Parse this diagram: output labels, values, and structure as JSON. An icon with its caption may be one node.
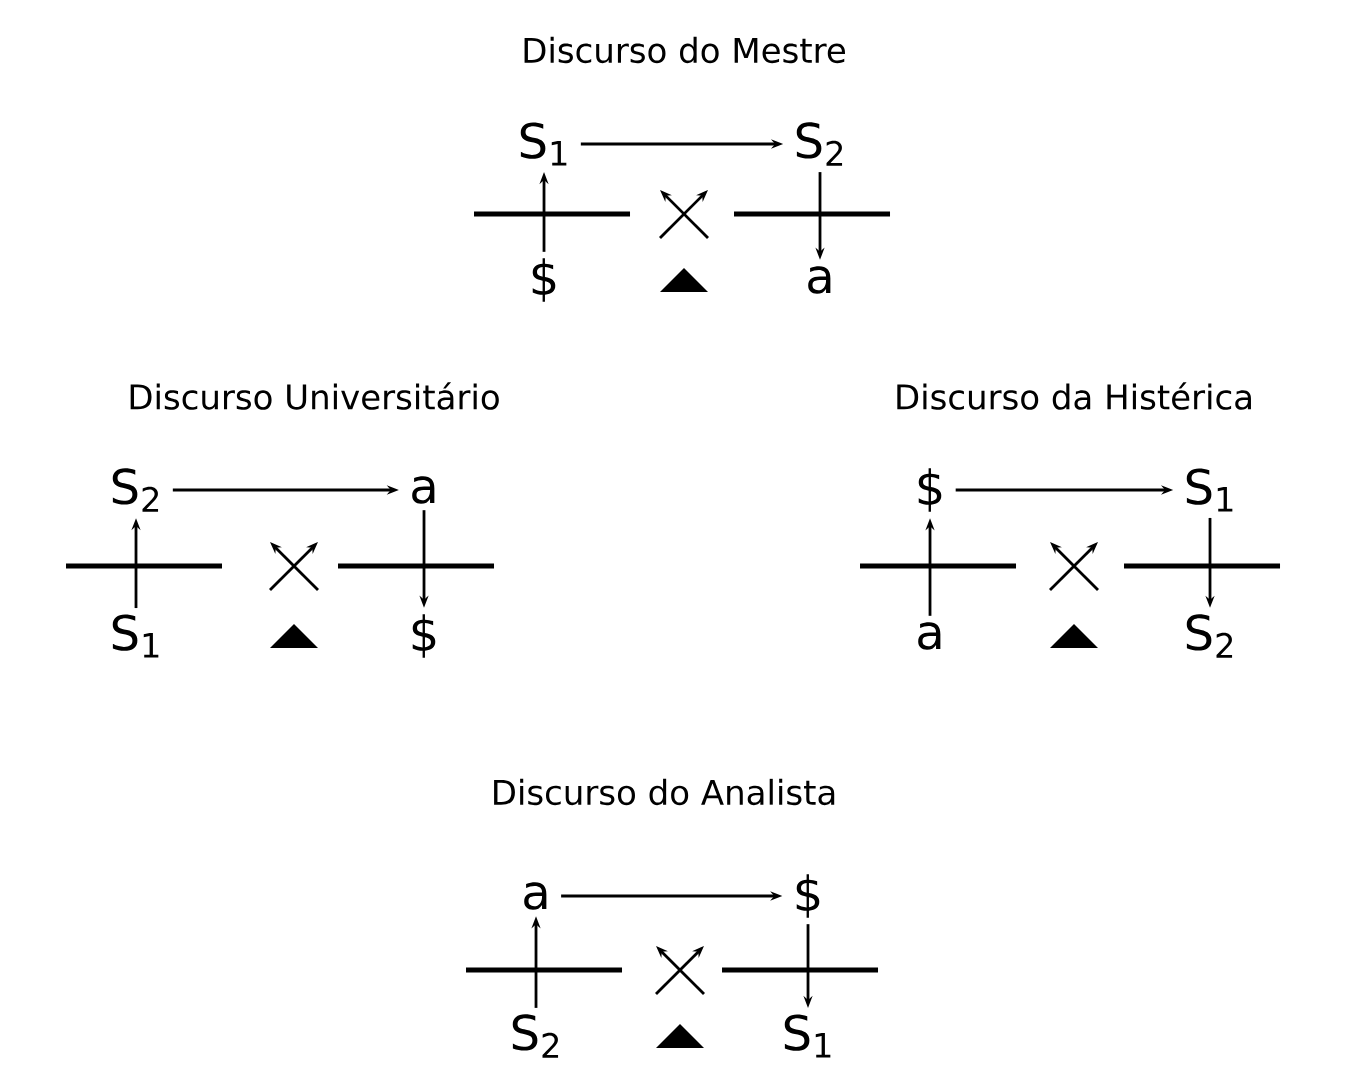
{
  "diagram": {
    "nodes": [
      {
        "text": [
          "S$_{1}$"
        ]
      },
      {
        "text": [
          "S$_{2}$"
        ]
      },
      {
        "text": [
          "$"
        ]
      },
      {
        "text": [
          "a"
        ]
      },
      {
        "text": [
          "S$_{2}$"
        ]
      },
      {
        "text": [
          "a"
        ]
      },
      {
        "text": [
          "S$_{1}$"
        ]
      },
      {
        "text": [
          "$"
        ]
      },
      {
        "text": [
          "$"
        ]
      },
      {
        "text": [
          "S$_{1}$"
        ]
      },
      {
        "text": [
          "a"
        ]
      },
      {
        "text": [
          "S$_{2}$"
        ]
      },
      {
        "text": [
          "a"
        ]
      },
      {
        "text": [
          "$"
        ]
      },
      {
        "text": [
          "S$_{2}$"
        ]
      },
      {
        "text": [
          "S$_{1}$"
        ]
      }
    ],
    "edges": [
      {
        "from": 0,
        "to": 1,
        "arrow": "to"
      },
      {
        "from": 2,
        "to": 0,
        "arrow": "to"
      },
      {
        "from": 1,
        "to": 3,
        "arrow": "to"
      },
      {
        "from": 4,
        "to": 5,
        "arrow": "to"
      },
      {
        "from": 6,
        "to": 4,
        "arrow": "to"
      },
      {
        "from": 5,
        "to": 7,
        "arrow": "to"
      },
      {
        "from": 8,
        "to": 9,
        "arrow": "to"
      },
      {
        "from": 10,
        "to": 8,
        "arrow": "to"
      },
      {
        "from": 9,
        "to": 11,
        "arrow": "to"
      },
      {
        "from": 12,
        "to": 13,
        "arrow": "to"
      },
      {
        "from": 14,
        "to": 12,
        "arrow": "to"
      },
      {
        "from": 13,
        "to": 15,
        "arrow": "to"
      }
    ],
    "labels": [
      "Discurso do Mestre",
      "Discurso Universitário",
      "Discurso da Histérica",
      "Discurso do Analista"
    ]
  }
}
